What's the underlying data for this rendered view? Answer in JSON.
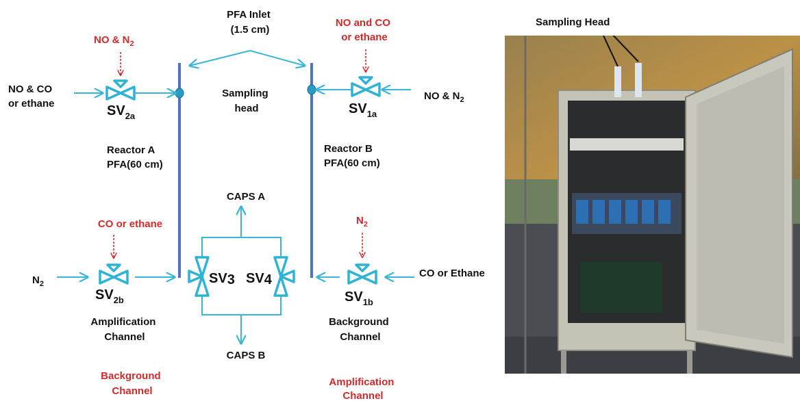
{
  "colors": {
    "pipe": "#39b6d6",
    "reactor": "#4f72c8",
    "label_red": "#d12a2a",
    "text": "#111111"
  },
  "top": {
    "pfa_inlet": [
      "PFA Inlet",
      "(1.5 cm)"
    ],
    "sampling_head": [
      "Sampling",
      "head"
    ]
  },
  "left_top": {
    "gas_in": [
      "NO & CO",
      "or ethane"
    ],
    "injection": "NO & N",
    "injection_sub": "2",
    "valve": "SV",
    "valve_sub": "2a"
  },
  "right_top": {
    "gas_in": "NO & N",
    "gas_in_sub": "2",
    "injection": [
      "NO and CO",
      "or ethane"
    ],
    "valve": "SV",
    "valve_sub": "1a"
  },
  "reactors": {
    "a": [
      "Reactor A",
      "PFA(60 cm)"
    ],
    "b": [
      "Reactor B",
      "PFA(60 cm)"
    ]
  },
  "left_bottom": {
    "gas_in": "N",
    "gas_in_sub": "2",
    "injection": "CO or ethane",
    "valve": "SV",
    "valve_sub": "2b",
    "channel": [
      "Amplification",
      "Channel"
    ],
    "channel_alt": [
      "Background",
      "Channel"
    ]
  },
  "right_bottom": {
    "gas_in": "CO or Ethane",
    "injection": "N",
    "injection_sub": "2",
    "valve": "SV",
    "valve_sub": "1b",
    "channel": [
      "Background",
      "Channel"
    ],
    "channel_alt": [
      "Amplification",
      "Channel"
    ]
  },
  "center": {
    "caps_a": "CAPS A",
    "caps_b": "CAPS B",
    "sv3": "SV",
    "sv3_sub": "3",
    "sv4": "SV",
    "sv4_sub": "4"
  },
  "photo": {
    "label": "Sampling Head"
  }
}
